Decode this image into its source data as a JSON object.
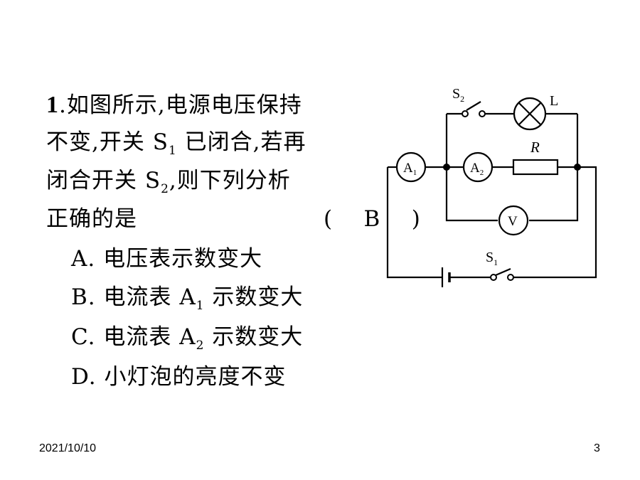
{
  "question": {
    "number": "1",
    "line1": ".如图所示,电源电压保持",
    "line2_a": "不变,开关 S",
    "line2_sub": "1",
    "line2_b": " 已闭合,若再",
    "line3_a": "闭合开关 S",
    "line3_sub": "2",
    "line3_b": ",则下列分析",
    "line4": "正确的是",
    "answer": "(    B    )"
  },
  "options": {
    "a": "A. 电压表示数变大",
    "b_text": "B. 电流表 A",
    "b_sub": "1",
    "b_tail": " 示数变大",
    "c_text": "C. 电流表 A",
    "c_sub": "2",
    "c_tail": " 示数变大",
    "d": "D. 小灯泡的亮度不变"
  },
  "circuit": {
    "s2_label": "S",
    "s2_sub": "2",
    "lamp_label": "L",
    "resistor_label": "R",
    "a1_label": "A",
    "a1_sub": "1",
    "a2_label": "A",
    "a2_sub": "2",
    "voltmeter_label": "V",
    "s1_label": "S",
    "s1_sub": "1"
  },
  "footer": {
    "date": "2021/10/10",
    "page": "3"
  }
}
